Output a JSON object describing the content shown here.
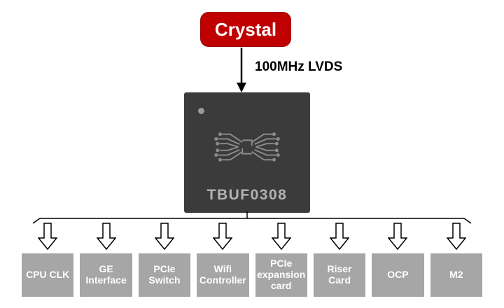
{
  "diagram": {
    "source": {
      "label": "Crystal",
      "color": "#c00000"
    },
    "signal": {
      "label": "100MHz LVDS"
    },
    "chip": {
      "label": "TBUF0308",
      "color": "#3b3b3b",
      "logo": "circuit-trace-x-emblem",
      "pin_marker": "dot"
    },
    "outputs": [
      {
        "label": "CPU CLK"
      },
      {
        "label": "GE Interface"
      },
      {
        "label": "PCIe Switch"
      },
      {
        "label": "Wifi Controller"
      },
      {
        "label": "PCIe expansion card"
      },
      {
        "label": "Riser Card"
      },
      {
        "label": "OCP"
      },
      {
        "label": "M2"
      }
    ],
    "colors": {
      "source_red": "#c00000",
      "chip_dark": "#3b3b3b",
      "chip_text": "#b2b2b2",
      "output_gray": "#a6a6a6",
      "label_black": "#000000",
      "box_text_white": "#ffffff"
    },
    "icons": {
      "main_arrow": "down-solid-arrow",
      "output_arrow": "down-hollow-arrow"
    }
  }
}
